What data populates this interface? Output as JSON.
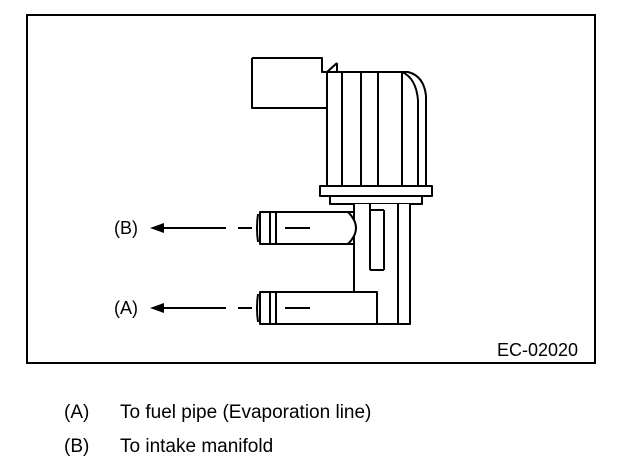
{
  "figure": {
    "code": "EC-02020",
    "callouts": [
      {
        "key": "(B)"
      },
      {
        "key": "(A)"
      }
    ]
  },
  "legend": [
    {
      "key": "(A)",
      "text": "To fuel pipe (Evaporation line)"
    },
    {
      "key": "(B)",
      "text": "To intake manifold"
    }
  ]
}
